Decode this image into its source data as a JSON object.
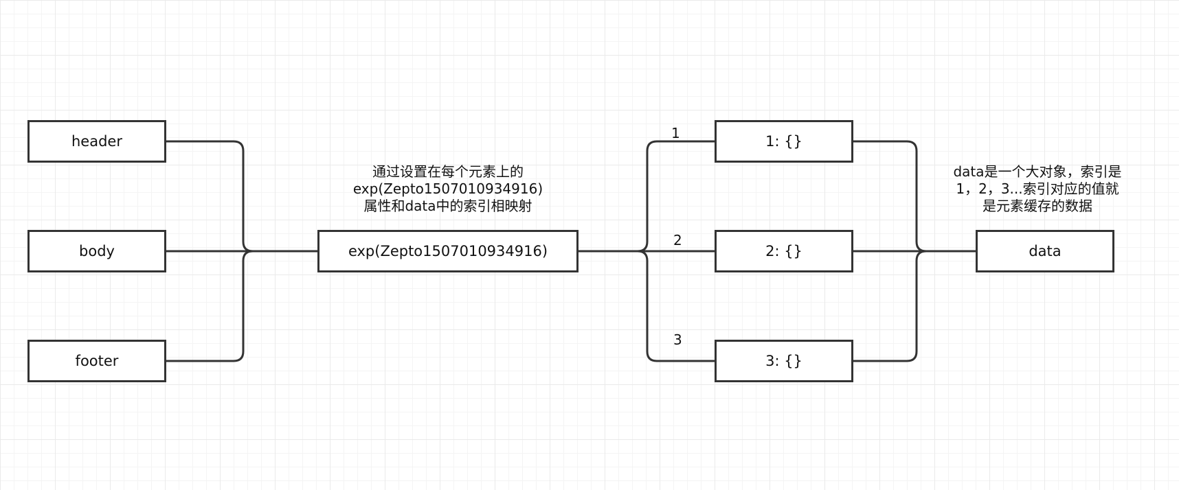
{
  "diagram": {
    "left_nodes": [
      {
        "id": "header",
        "label": "header"
      },
      {
        "id": "body",
        "label": "body"
      },
      {
        "id": "footer",
        "label": "footer"
      }
    ],
    "center_node": {
      "label": "exp(Zepto1507010934916)"
    },
    "center_note": [
      "通过设置在每个元素上的",
      "exp(Zepto1507010934916)",
      "属性和data中的索引相映射"
    ],
    "index_nodes": [
      {
        "label": "1: {}",
        "edge_label": "1"
      },
      {
        "label": "2: {}",
        "edge_label": "2"
      },
      {
        "label": "3: {}",
        "edge_label": "3"
      }
    ],
    "data_node": {
      "label": "data"
    },
    "data_note": [
      "data是一个大对象，索引是",
      "1，2，3...索引对应的值就",
      "是元素缓存的数据"
    ],
    "colors": {
      "stroke": "#333333",
      "grid": "#eaeaea",
      "background": "#ffffff"
    }
  }
}
